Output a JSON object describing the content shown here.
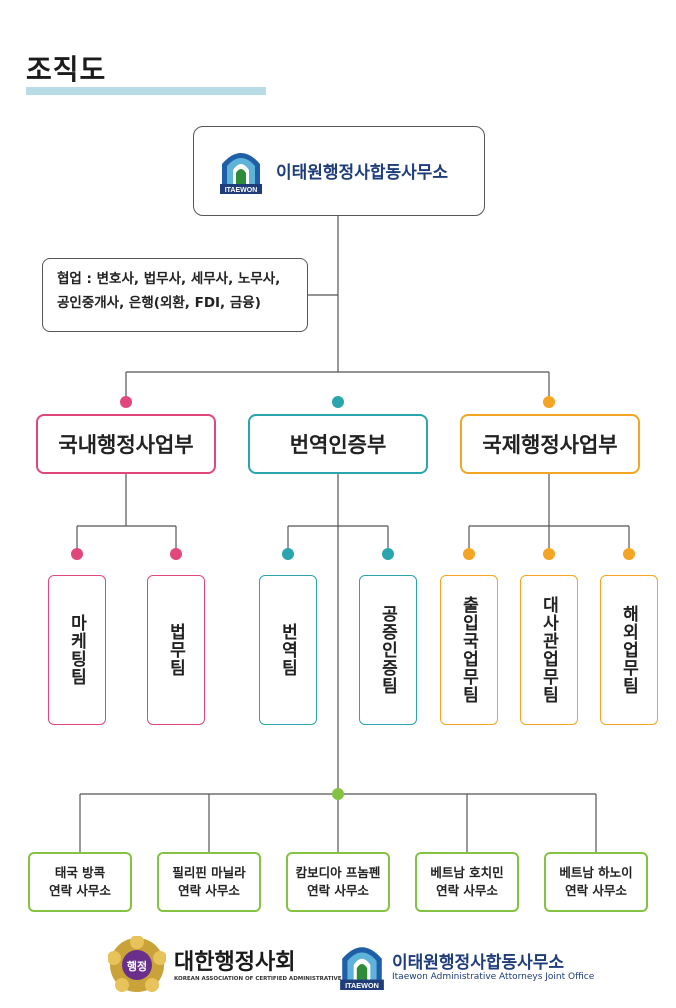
{
  "page_title": "조직도",
  "top": {
    "name": "이태원행정사합동사무소",
    "logo_text": "ITAEWON"
  },
  "collaboration": {
    "line1": "협업 : 변호사, 법무사, 세무사, 노무사,",
    "line2": "공인중개사, 은행(외환, FDI, 금융)"
  },
  "departments": [
    {
      "label": "국내행정사업부",
      "color": "#e0487a"
    },
    {
      "label": "번역인증부",
      "color": "#2aa4ad"
    },
    {
      "label": "국제행정사업부",
      "color": "#f4a521"
    }
  ],
  "teams": [
    {
      "label": "마케팅팀",
      "color": "#e0487a"
    },
    {
      "label": "법무팀",
      "color": "#e0487a"
    },
    {
      "label": "번역팀",
      "color": "#2aa4ad"
    },
    {
      "label": "공증인증팀",
      "color": "#2aa4ad"
    },
    {
      "label": "출입국업무팀",
      "color": "#f4a521"
    },
    {
      "label": "대사관업무팀",
      "color": "#f4a521"
    },
    {
      "label": "해외업무팀",
      "color": "#f4a521"
    }
  ],
  "offices": [
    {
      "line1": "태국 방콕",
      "line2": "연락 사무소"
    },
    {
      "line1": "필리핀 마닐라",
      "line2": "연락 사무소"
    },
    {
      "line1": "캄보디아 프놈펜",
      "line2": "연락 사무소"
    },
    {
      "line1": "베트남 호치민",
      "line2": "연락 사무소"
    },
    {
      "line1": "베트남 하노이",
      "line2": "연락 사무소"
    }
  ],
  "office_color": "#84c341",
  "footer": {
    "assoc_seal_text": "행정",
    "assoc_name": "대한행정사회",
    "assoc_sub": "KOREAN ASSOCIATION OF CERTIFIED ADMINISTRATIVE ATTORNEYS",
    "firm_logo_text": "ITAEWON",
    "firm_name": "이태원행정사합동사무소",
    "firm_sub": "Itaewon Administrative Attorneys Joint Office"
  }
}
